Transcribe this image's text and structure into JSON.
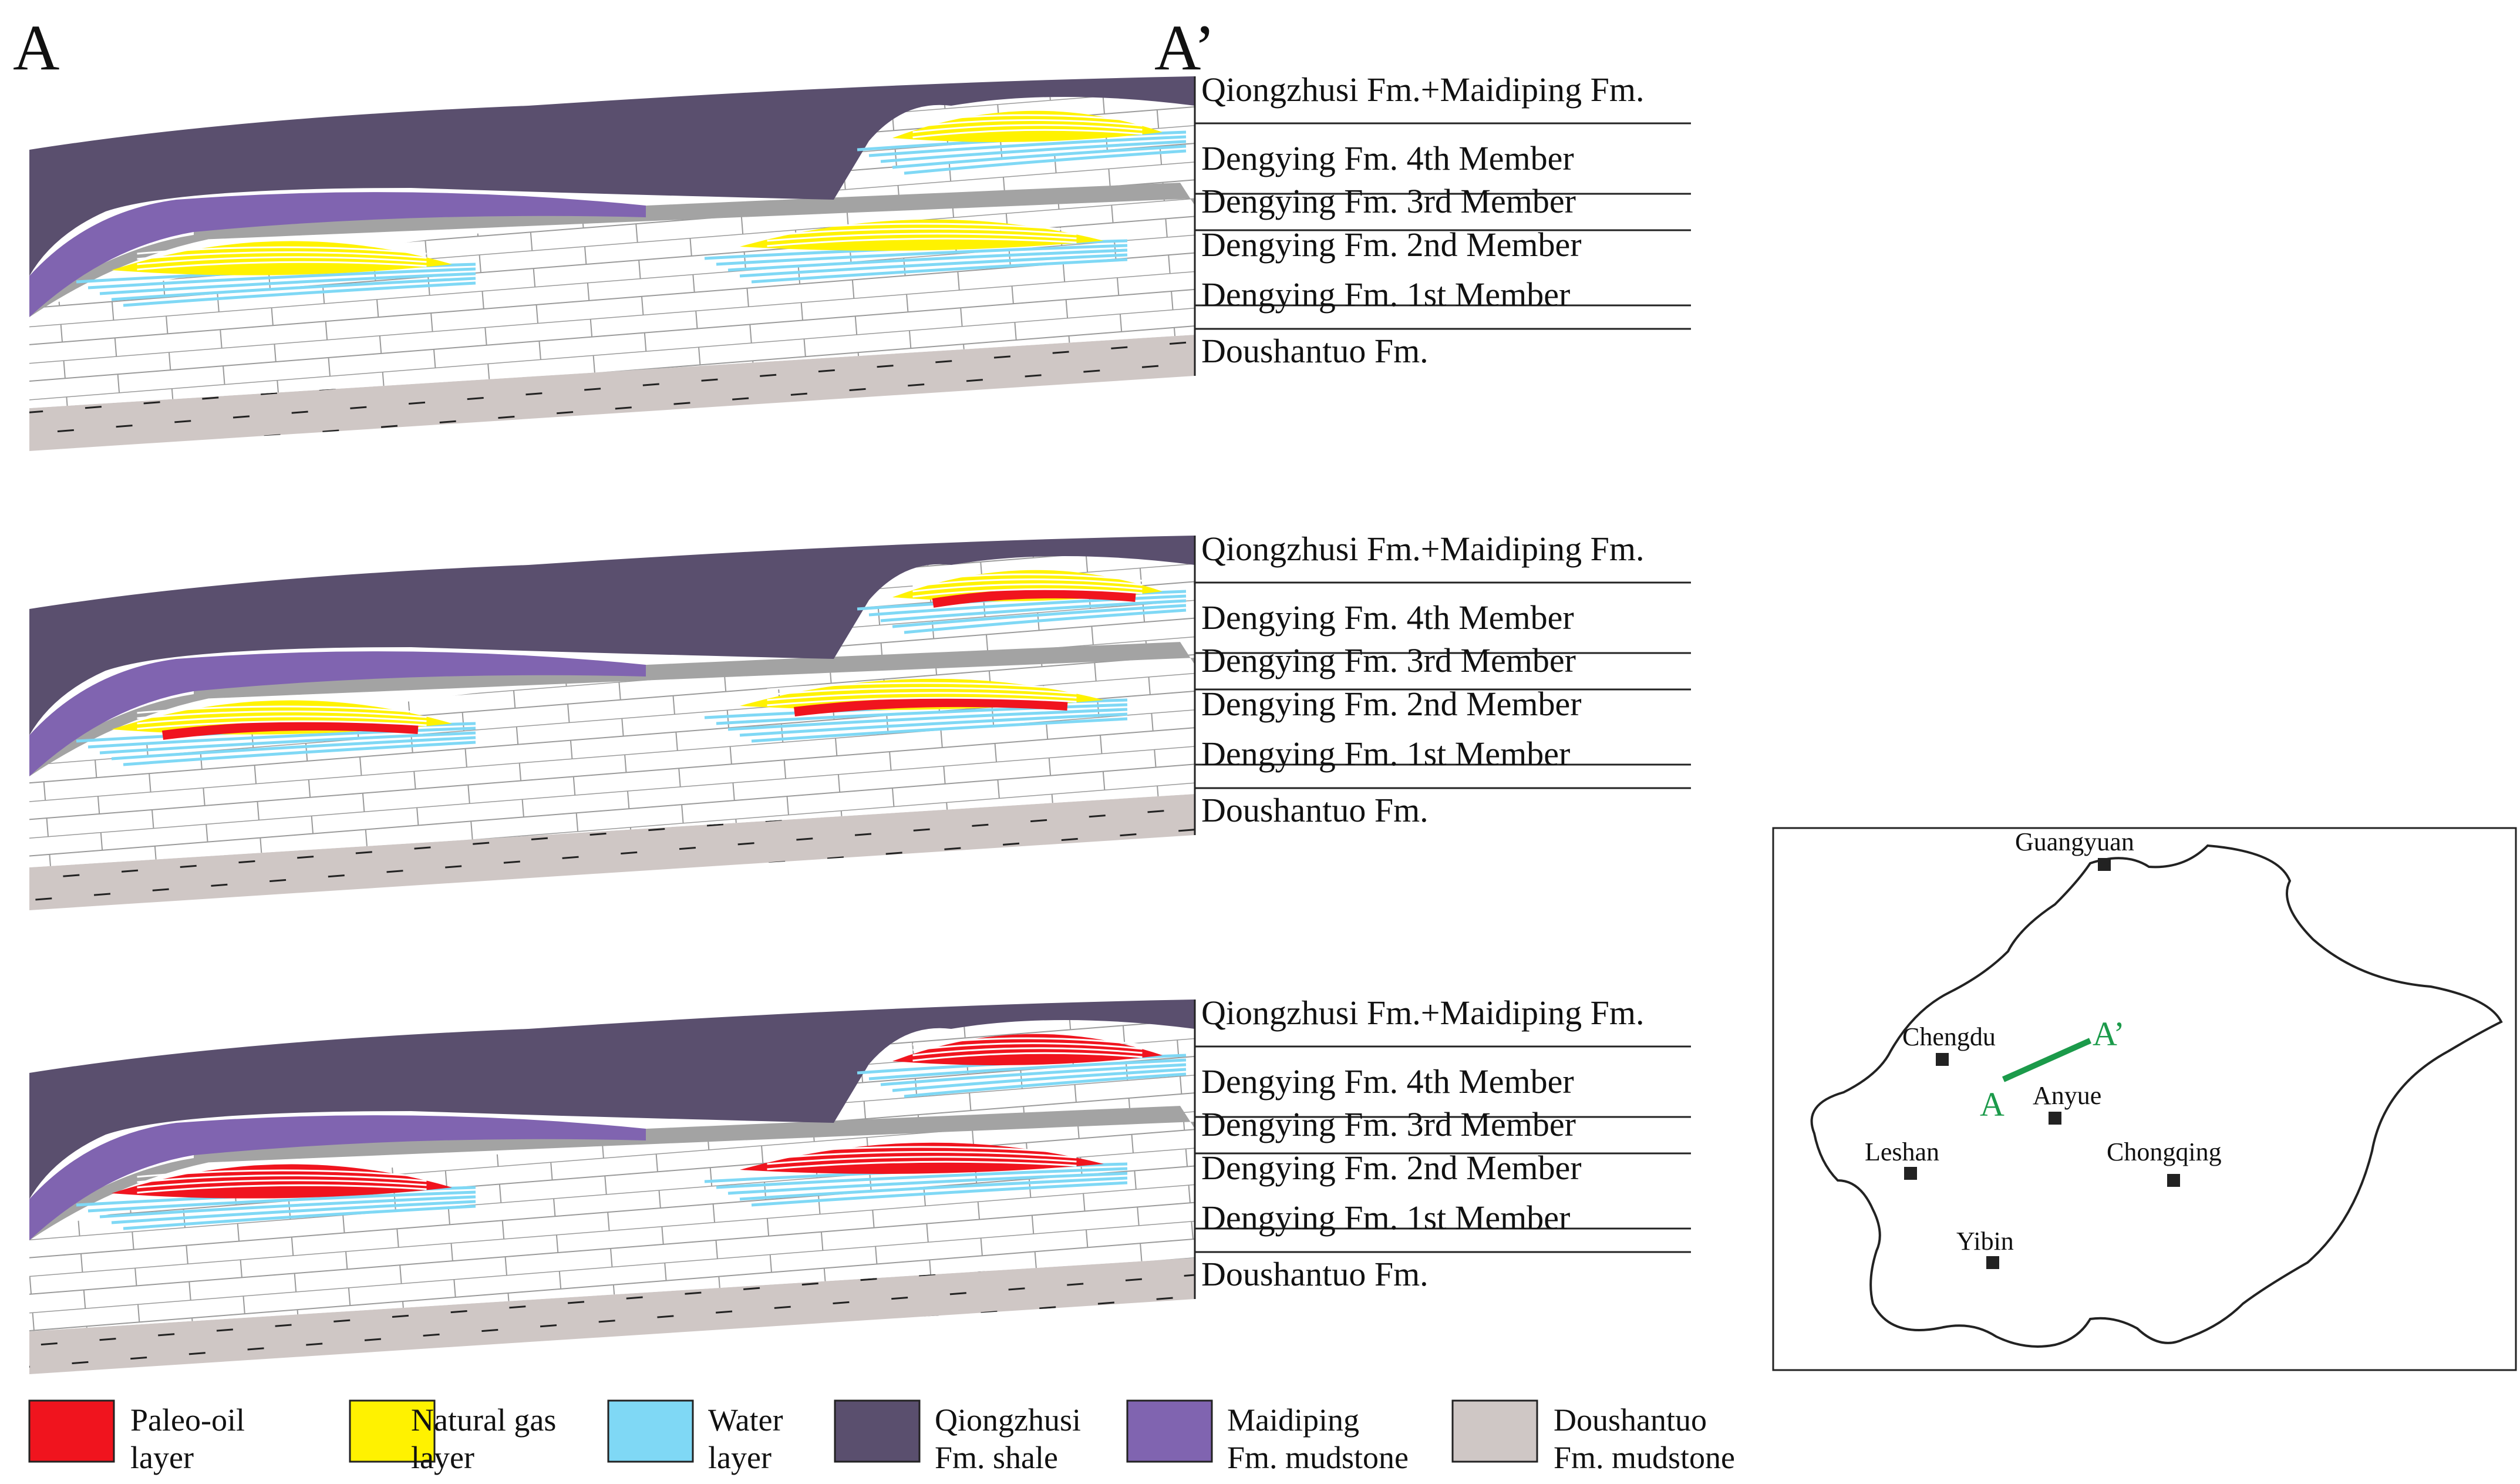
{
  "endpoints": {
    "start": "A",
    "end": "A’"
  },
  "colors": {
    "paleo_oil": "#f0141e",
    "natural_gas": "#fff200",
    "water": "#7fd8f5",
    "qiongzhusi_shale": "#5a4f6e",
    "maidiping_mudstone": "#8064b0",
    "doushantuo_mudstone": "#cfc7c5",
    "member3_grey": "#a3a3a3",
    "map_line": "#1b9a4a"
  },
  "layers": [
    "Qiongzhusi Fm.+Maidiping Fm.",
    "Dengying Fm. 4th Member",
    "Dengying Fm. 3rd Member",
    "Dengying Fm. 2nd Member",
    "Dengying Fm. 1st Member",
    "Doushantuo Fm."
  ],
  "panels": [
    {
      "stage": "gas",
      "layers": [
        "Qiongzhusi Fm.+Maidiping Fm.",
        "Dengying Fm. 4th Member",
        "Dengying Fm. 3rd Member",
        "Dengying Fm. 2nd Member",
        "Dengying Fm. 1st Member",
        "Doushantuo Fm."
      ]
    },
    {
      "stage": "mixed",
      "layers": [
        "Qiongzhusi Fm.+Maidiping Fm.",
        "Dengying Fm. 4th Member",
        "Dengying Fm. 3rd Member",
        "Dengying Fm. 2nd Member",
        "Dengying Fm. 1st Member",
        "Doushantuo Fm."
      ]
    },
    {
      "stage": "oil",
      "layers": [
        "Qiongzhusi Fm.+Maidiping Fm.",
        "Dengying Fm. 4th Member",
        "Dengying Fm. 3rd Member",
        "Dengying Fm. 2nd Member",
        "Dengying Fm. 1st Member",
        "Doushantuo Fm."
      ]
    }
  ],
  "map": {
    "cities": [
      "Guangyuan",
      "Chengdu",
      "Anyue",
      "Leshan",
      "Chongqing",
      "Yibin"
    ],
    "section_start": "A",
    "section_end": "A’"
  },
  "legend": [
    {
      "line1": "Paleo-oil",
      "line2": "layer"
    },
    {
      "line1": "Natural gas",
      "line2": "layer"
    },
    {
      "line1": "Water",
      "line2": "layer"
    },
    {
      "line1": "Qiongzhusi",
      "line2": "Fm. shale"
    },
    {
      "line1": "Maidiping",
      "line2": "Fm. mudstone"
    },
    {
      "line1": "Doushantuo",
      "line2": "Fm. mudstone"
    }
  ]
}
